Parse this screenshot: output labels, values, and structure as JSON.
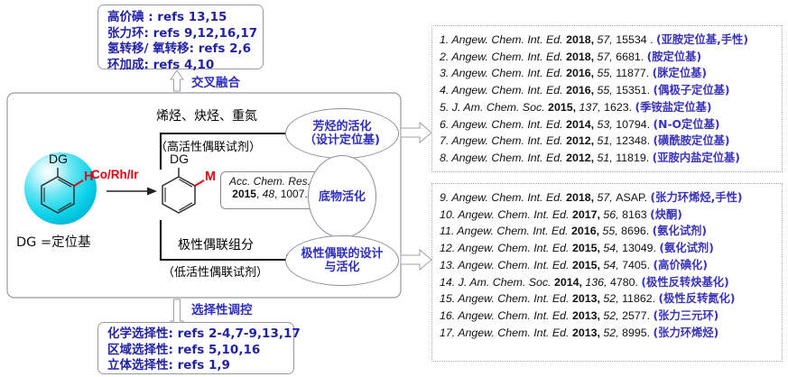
{
  "figure": {
    "title_hidden": "",
    "colors": {
      "accent_blue": "#2e2ec0",
      "ref_tag_blue": "#3a33bb",
      "catalyst_red": "#e00010",
      "sphere_cyan": "#00d8e8",
      "box_border_gray": "#9a9a9a"
    }
  },
  "top_box": {
    "lines": [
      "高价碘 : refs 13,15",
      "张力环: refs 9,12,16,17",
      "氢转移/ 氧转移: refs 2,6",
      "环加成: refs 4,10"
    ]
  },
  "top_arrow_label": "交叉融合",
  "bottom_arrow_label": "选择性调控",
  "bottom_box": {
    "lines": [
      "化学选择性: refs 2-4,7-9,13,17",
      "区域选择性: refs 5,10,16",
      "立体选择性: refs 1,9"
    ]
  },
  "scheme": {
    "substrate_dg": "DG",
    "substrate_h": "H",
    "substrate_caption": "DG =定位基",
    "catalyst": "Co/Rh/Ir",
    "product_dg": "DG",
    "product_m": "M",
    "acc_ref": {
      "journal": "Acc. Chem. Res.",
      "year": "2015",
      "volume": "48",
      "page": "1007."
    },
    "top_pathway": {
      "reagents": "烯烃、炔烃、重氮",
      "note": "（高活性偶联试剂）"
    },
    "bottom_pathway": {
      "reagents": "极性偶联组分",
      "note": "（低活性偶联试剂）"
    },
    "ellipses": {
      "top": [
        "芳烃的活化",
        "（设计定位基)"
      ],
      "middle": [
        "底物活化"
      ],
      "bottom": [
        "极性偶联的设计",
        "与活化"
      ]
    }
  },
  "references_top": [
    {
      "num": "1.",
      "journal": "Angew. Chem. Int. Ed.",
      "year": "2018,",
      "vol": "57,",
      "page": "15534 .",
      "tag": "(亚胺定位基,手性)"
    },
    {
      "num": "2.",
      "journal": "Angew. Chem. Int. Ed.",
      "year": "2018,",
      "vol": "57,",
      "page": "6681.",
      "tag": "(胺定位基)"
    },
    {
      "num": "3.",
      "journal": "Angew. Chem. Int. Ed.",
      "year": "2016,",
      "vol": "55,",
      "page": "11877.",
      "tag": "(脒定位基)"
    },
    {
      "num": "4.",
      "journal": "Angew. Chem. Int. Ed.",
      "year": "2016,",
      "vol": "55,",
      "page": "15351.",
      "tag": "(偶极子定位基)"
    },
    {
      "num": "5.",
      "journal": "J. Am. Chem. Soc.",
      "year": "2015,",
      "vol": "137,",
      "page": "1623.",
      "tag": "(季铵盐定位基)"
    },
    {
      "num": "6.",
      "journal": "Angew. Chem. Int. Ed.",
      "year": "2014,",
      "vol": "53,",
      "page": "10794.",
      "tag": "(N-O定位基)"
    },
    {
      "num": "7.",
      "journal": "Angew. Chem. Int. Ed.",
      "year": "2012,",
      "vol": "51,",
      "page": "12348.",
      "tag": "(磺酰胺定位基)"
    },
    {
      "num": "8.",
      "journal": "Angew. Chem. Int. Ed.",
      "year": "2012,",
      "vol": "51,",
      "page": "11819.",
      "tag": "(亚胺内盐定位基)"
    }
  ],
  "references_bottom": [
    {
      "num": "9.",
      "journal": "Angew. Chem. Int. Ed.",
      "year": "2018,",
      "vol": "57,",
      "page": "ASAP.",
      "tag": "(张力环烯烃,手性)"
    },
    {
      "num": "10.",
      "journal": "Angew. Chem. Int. Ed.",
      "year": "2017,",
      "vol": "56,",
      "page": "8163",
      "tag": "(炔酮)"
    },
    {
      "num": "11.",
      "journal": "Angew. Chem. Int. Ed.",
      "year": "2016,",
      "vol": "55,",
      "page": "8696.",
      "tag": "(氨化试剂)"
    },
    {
      "num": "12.",
      "journal": "Angew. Chem. Int. Ed.",
      "year": "2015,",
      "vol": "54,",
      "page": "13049.",
      "tag": "(氨化试剂)"
    },
    {
      "num": "13.",
      "journal": "Angew. Chem. Int. Ed.",
      "year": "2015,",
      "vol": "54,",
      "page": "7405.",
      "tag": "(高价碘化)"
    },
    {
      "num": "14.",
      "journal": "J. Am. Chem. Soc.",
      "year": "2014,",
      "vol": "136,",
      "page": "4780.",
      "tag": "(极性反转炔基化)"
    },
    {
      "num": "15.",
      "journal": "Angew. Chem. Int. Ed.",
      "year": "2013,",
      "vol": "52,",
      "page": "11862.",
      "tag": "(极性反转氮化)"
    },
    {
      "num": "16.",
      "journal": "Angew. Chem. Int. Ed.",
      "year": "2013,",
      "vol": "52,",
      "page": "2577.",
      "tag": "(张力三元环)"
    },
    {
      "num": "17.",
      "journal": "Angew. Chem. Int. Ed.",
      "year": "2013,",
      "vol": "52,",
      "page": "8995.",
      "tag": "(张力环烯烃)"
    }
  ]
}
